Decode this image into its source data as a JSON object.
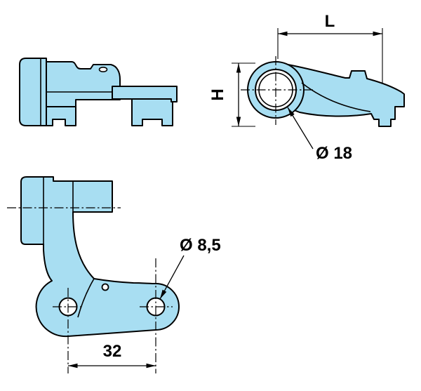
{
  "drawing": {
    "part_color": "#a8def2",
    "outline_color": "#000000",
    "dimensions": {
      "length_label": "L",
      "height_label": "H",
      "bore_diameter_label": "Ø 18",
      "hole_diameter_label": "Ø 8,5",
      "hole_spacing_label": "32"
    }
  }
}
